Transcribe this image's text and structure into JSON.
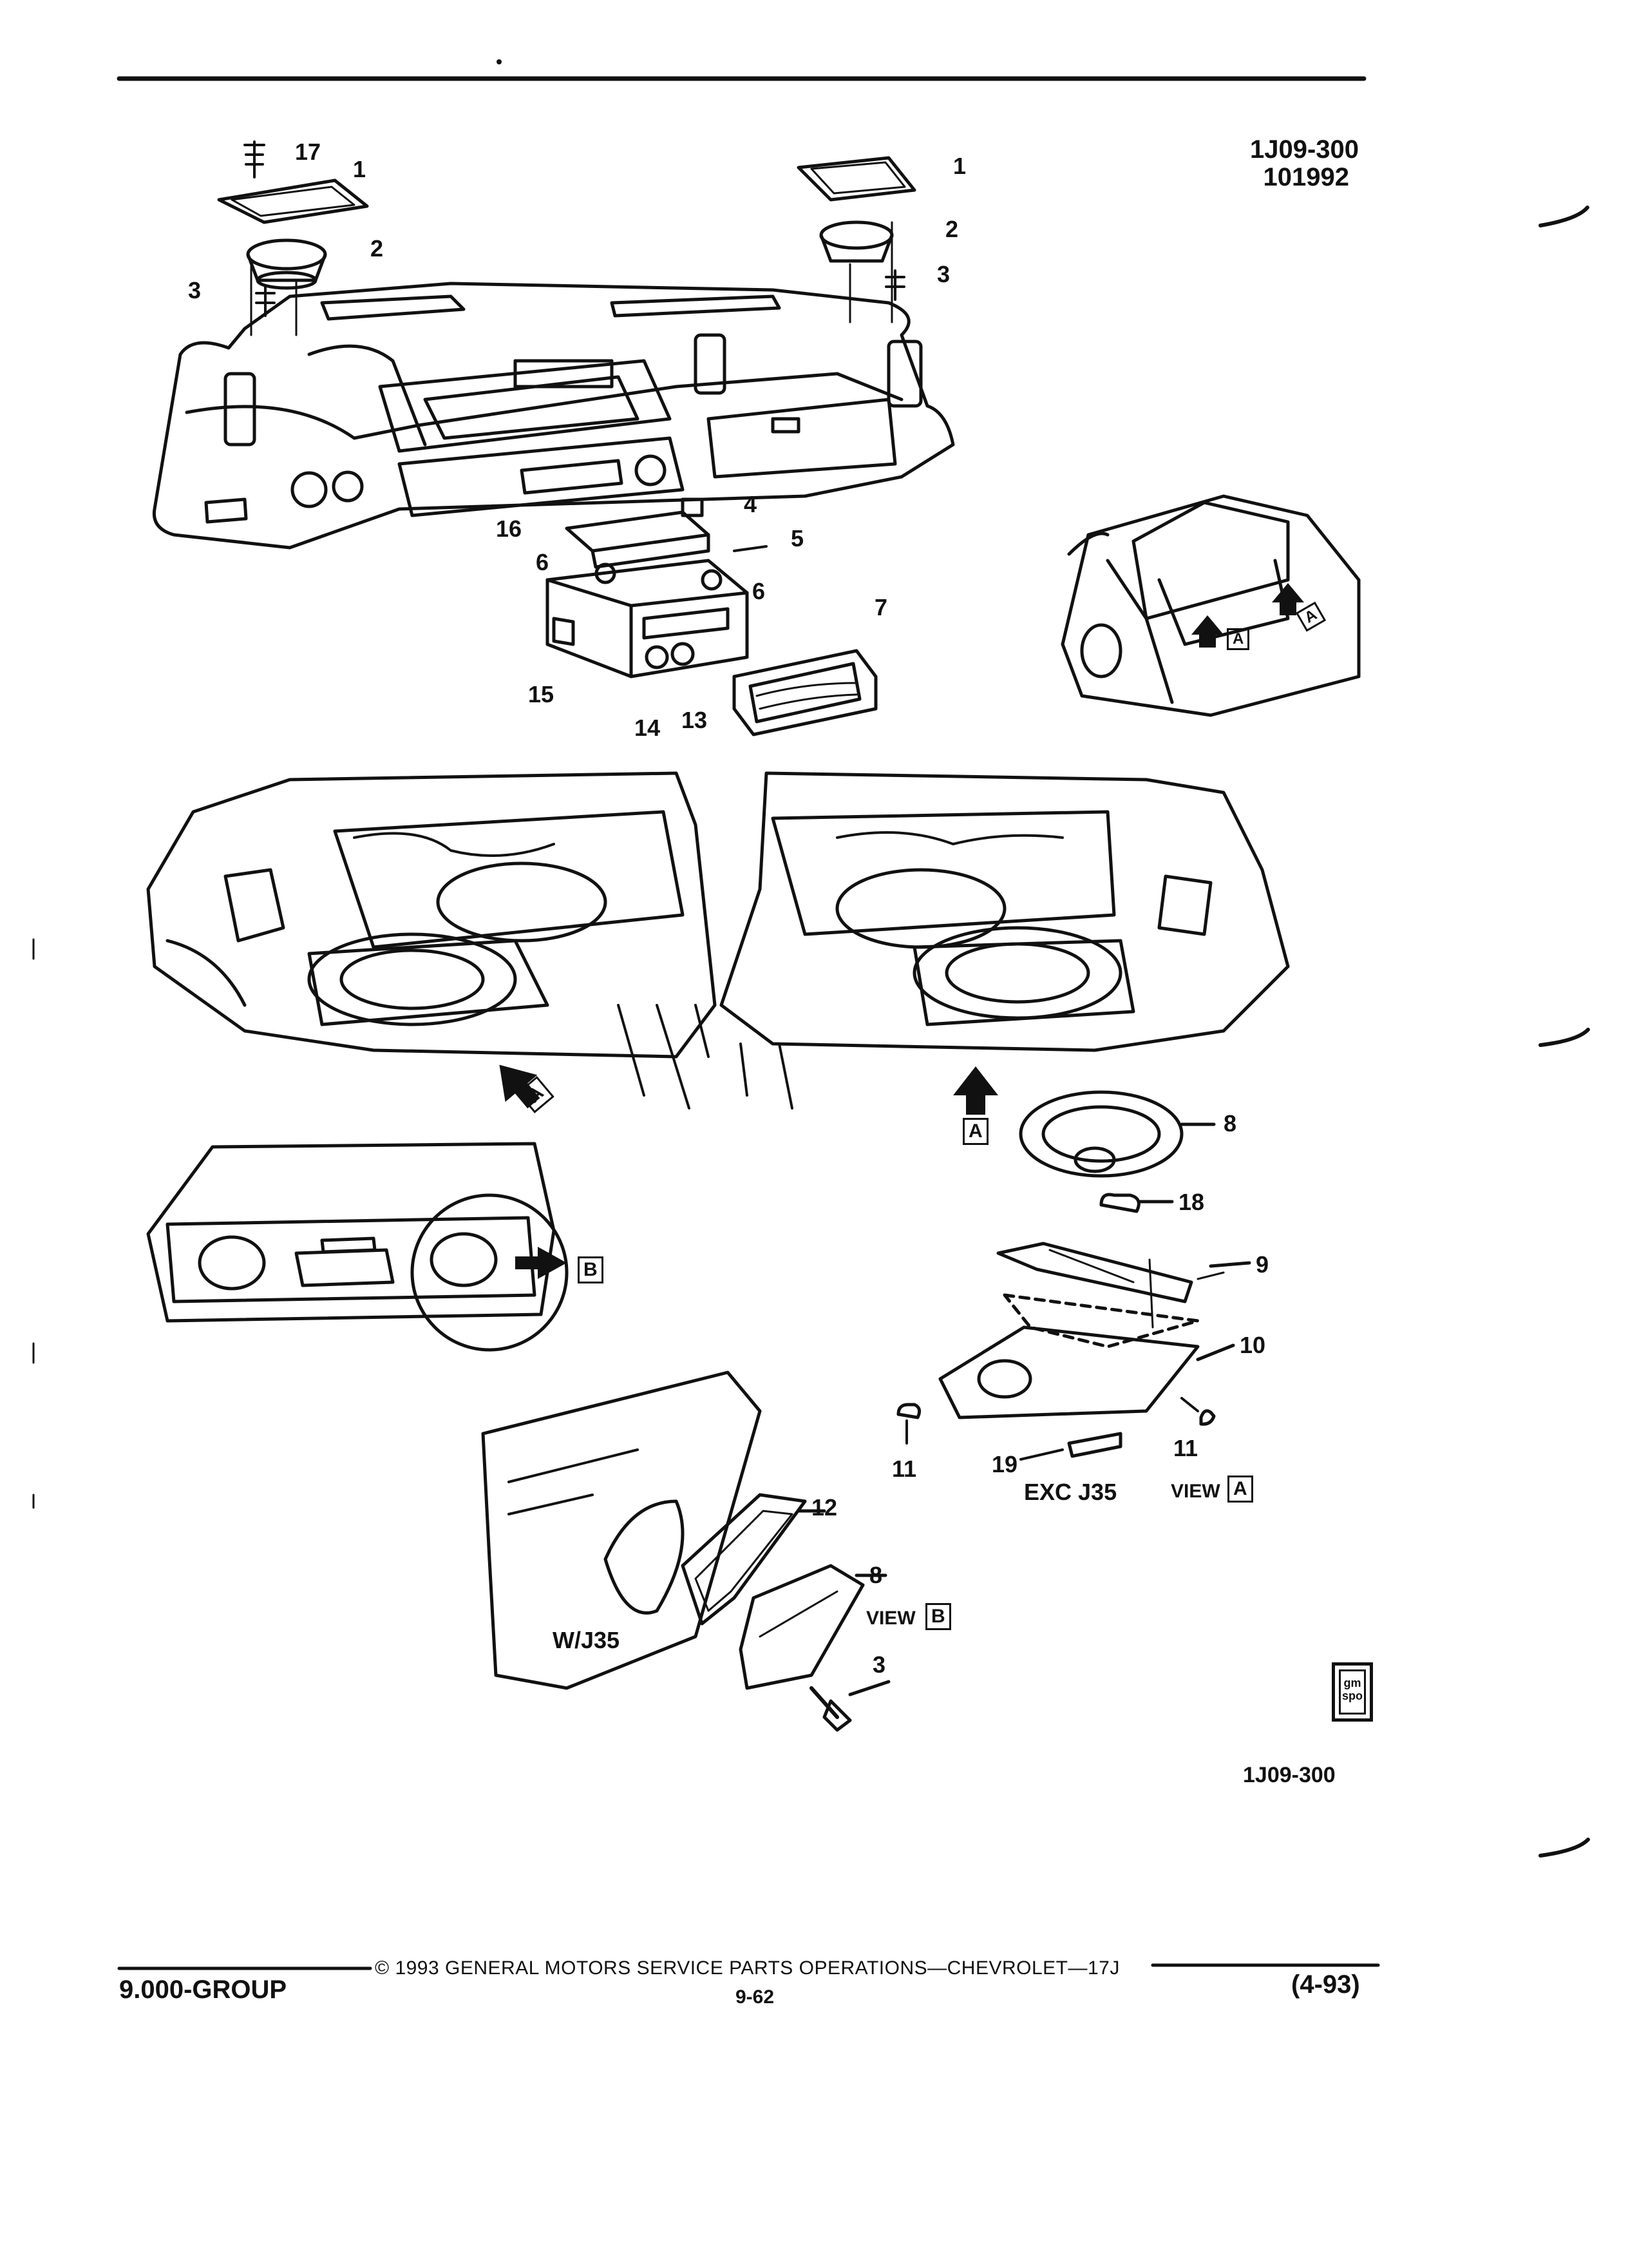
{
  "header": {
    "illustration_id": "1J09-300",
    "date_code": "101992"
  },
  "callouts": {
    "c17": "17",
    "c1_left": "1",
    "c2_left": "2",
    "c3_left": "3",
    "c1_right": "1",
    "c2_right": "2",
    "c3_right": "3",
    "c4": "4",
    "c5": "5",
    "c16": "16",
    "c6_a": "6",
    "c6_b": "6",
    "c7": "7",
    "c15": "15",
    "c14": "14",
    "c13": "13",
    "c8_top": "8",
    "c18": "18",
    "c9": "9",
    "c10": "10",
    "c11_left": "11",
    "c11_right": "11",
    "c19": "19",
    "c12": "12",
    "c8_bottom": "8",
    "c3_bottom": "3"
  },
  "view_markers": {
    "arrow_a_left": "A",
    "arrow_a_right": "A",
    "arrow_b": "B",
    "trunk_a1": "A",
    "trunk_a2": "A"
  },
  "labels": {
    "exc_j35": "EXC J35",
    "view_word_a": "VIEW",
    "view_letter_a": "A",
    "view_word_b": "VIEW",
    "view_letter_b": "B",
    "w_j35": "W/J35",
    "bottom_id": "1J09-300"
  },
  "logo": {
    "text": "gm spo"
  },
  "footer": {
    "copyright": "© 1993 GENERAL MOTORS SERVICE PARTS OPERATIONS—CHEVROLET—17J",
    "group": "9.000-GROUP",
    "page": "9-62",
    "revision": "(4-93)"
  }
}
